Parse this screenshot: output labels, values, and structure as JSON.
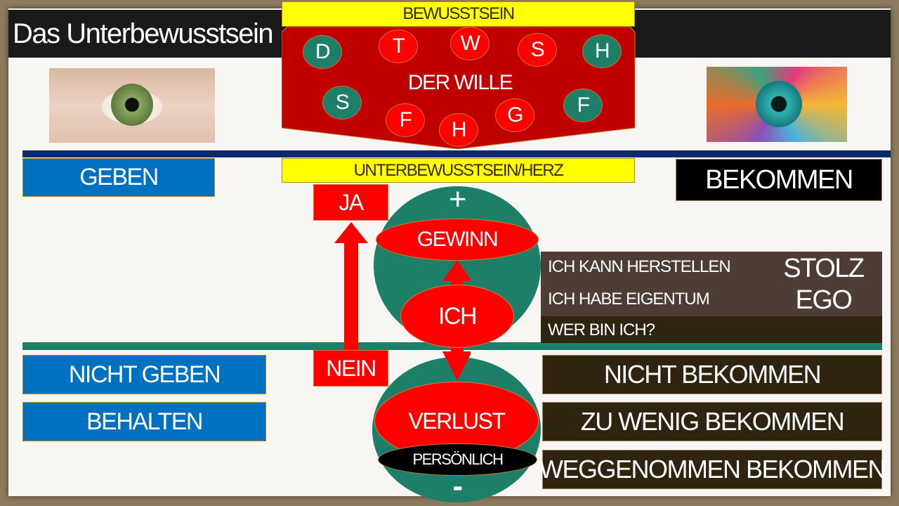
{
  "title": "Das Unterbewusstsein",
  "bewusstsein": "BEWUSSTSEIN",
  "der_wille": "DER WILLE",
  "circles": [
    {
      "letter": "D",
      "color": "#1e7f68"
    },
    {
      "letter": "T",
      "color": "#ff0000"
    },
    {
      "letter": "W",
      "color": "#ff0000"
    },
    {
      "letter": "S",
      "color": "#ff0000"
    },
    {
      "letter": "H",
      "color": "#1e7f68"
    },
    {
      "letter": "S",
      "color": "#1e7f68"
    },
    {
      "letter": "F",
      "color": "#ff0000"
    },
    {
      "letter": "H",
      "color": "#ff0000"
    },
    {
      "letter": "G",
      "color": "#ff0000"
    },
    {
      "letter": "F",
      "color": "#1e7f68"
    }
  ],
  "unterbewusstsein": "UNTERBEWUSSTSEIN/HERZ",
  "geben": "GEBEN",
  "bekommen": "BEKOMMEN",
  "ja": "JA",
  "nein": "NEIN",
  "plus": "+",
  "minus": "-",
  "gewinn": "GEWINN",
  "ich": "ICH",
  "verlust": "VERLUST",
  "persoenlich": "PERSÖNLICH",
  "info": {
    "line1": "ICH KANN HERSTELLEN",
    "line2": "ICH HABE EIGENTUM",
    "line3": "WER BIN ICH?",
    "stolz": "STOLZ",
    "ego": "EGO"
  },
  "left_boxes": [
    "NICHT GEBEN",
    "BEHALTEN"
  ],
  "right_boxes": [
    "NICHT BEKOMMEN",
    "ZU WENIG BEKOMMEN",
    "WEGGENOMMEN BEKOMMEN"
  ]
}
